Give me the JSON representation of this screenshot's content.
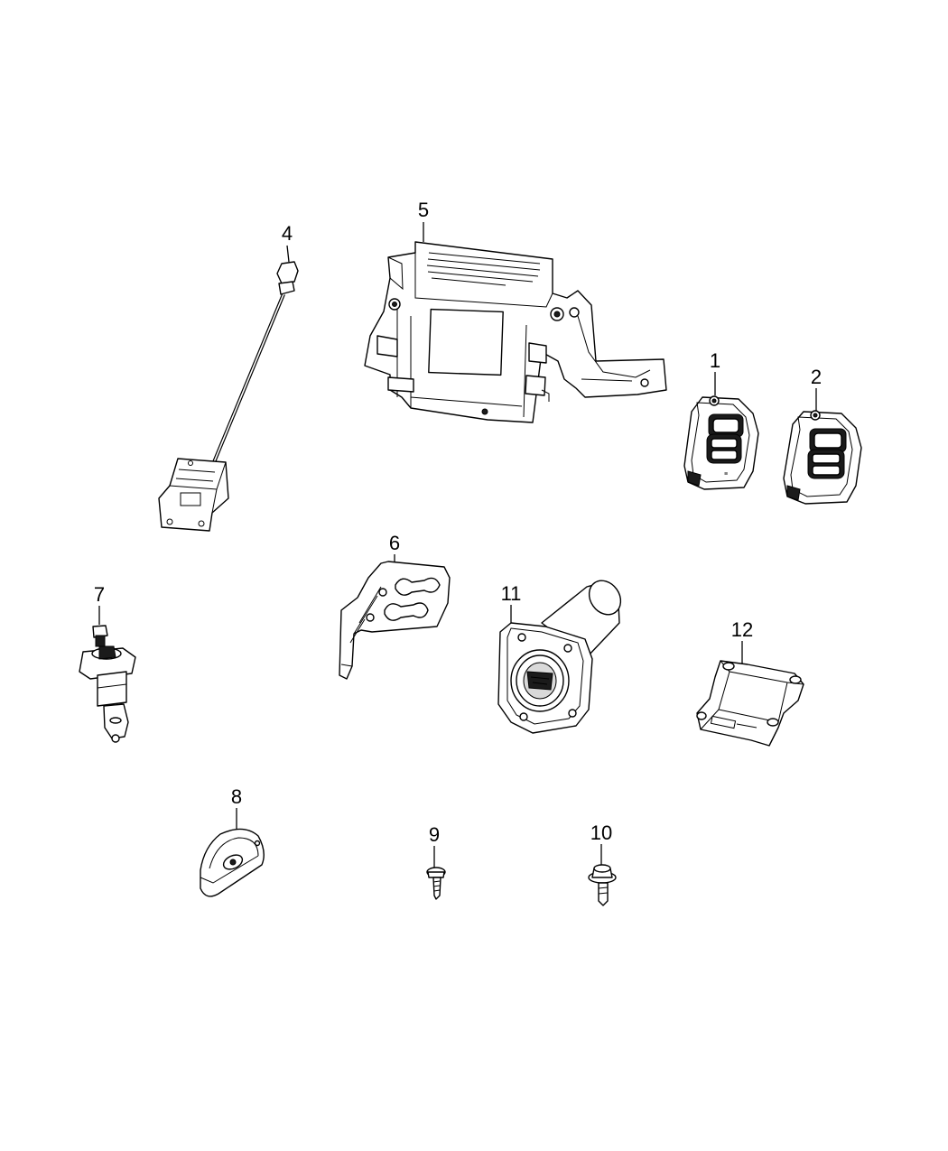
{
  "callouts": {
    "c1": "1",
    "c2": "2",
    "c4": "4",
    "c5": "5",
    "c6": "6",
    "c7": "7",
    "c8": "8",
    "c9": "9",
    "c10": "10",
    "c11": "11",
    "c12": "12"
  },
  "parts": [
    {
      "callout": "1",
      "icon": "key-fob-icon"
    },
    {
      "callout": "2",
      "icon": "key-fob-icon"
    },
    {
      "callout": "4",
      "icon": "antenna-module-icon"
    },
    {
      "callout": "5",
      "icon": "control-module-icon"
    },
    {
      "callout": "6",
      "icon": "bracket-icon"
    },
    {
      "callout": "7",
      "icon": "lock-cylinder-icon"
    },
    {
      "callout": "8",
      "icon": "bezel-icon"
    },
    {
      "callout": "9",
      "icon": "screw-icon"
    },
    {
      "callout": "10",
      "icon": "bolt-icon"
    },
    {
      "callout": "11",
      "icon": "ignition-switch-icon"
    },
    {
      "callout": "12",
      "icon": "module-icon"
    }
  ]
}
